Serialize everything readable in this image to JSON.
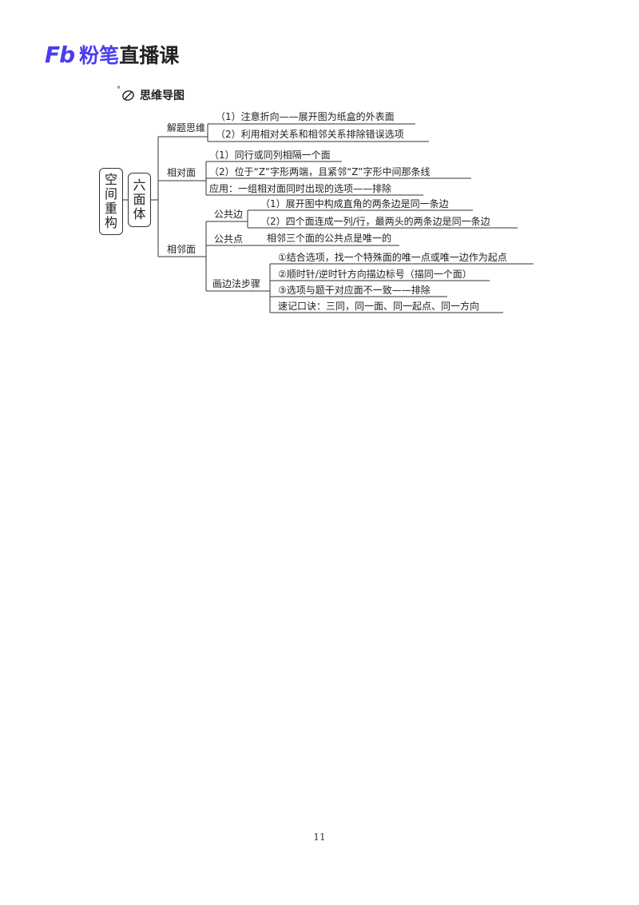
{
  "header": {
    "logo_fb": "Fb",
    "brand_accent": "粉笔",
    "brand_rest": "直播课",
    "brand_color": "#4b3cf0"
  },
  "section": {
    "degree": "°",
    "icon": "slash-circle-icon",
    "title": "思维导图"
  },
  "mindmap": {
    "root1_chars": [
      "空",
      "间",
      "重",
      "构"
    ],
    "root2_chars": [
      "六",
      "面",
      "体"
    ],
    "branch1": {
      "label": "解题思维",
      "items": [
        "（1）注意折向——展开图为纸盒的外表面",
        "（2）利用相对关系和相邻关系排除错误选项"
      ]
    },
    "branch2": {
      "label": "相对面",
      "items": [
        "（1）同行或同列相隔一个面",
        "（2）位于“Z”字形两端，且紧邻“Z”字形中间那条线",
        "应用：一组相对面同时出现的选项——排除"
      ]
    },
    "branch3": {
      "label": "相邻面",
      "sub1": {
        "label": "公共边",
        "items": [
          "（1）展开图中构成直角的两条边是同一条边",
          "（2）四个面连成一列/行，最两头的两条边是同一条边"
        ]
      },
      "sub2": {
        "label": "公共点",
        "items": [
          "相邻三个面的公共点是唯一的"
        ]
      },
      "sub3": {
        "label": "画边法步骤",
        "items": [
          "①结合选项，找一个特殊面的唯一点或唯一边作为起点",
          "②顺时针/逆时针方向描边标号（描同一个面）",
          "③选项与题干对应面不一致——排除",
          "速记口诀：三同，同一面、同一起点、同一方向"
        ]
      }
    }
  },
  "footer": {
    "page_number": "11"
  }
}
